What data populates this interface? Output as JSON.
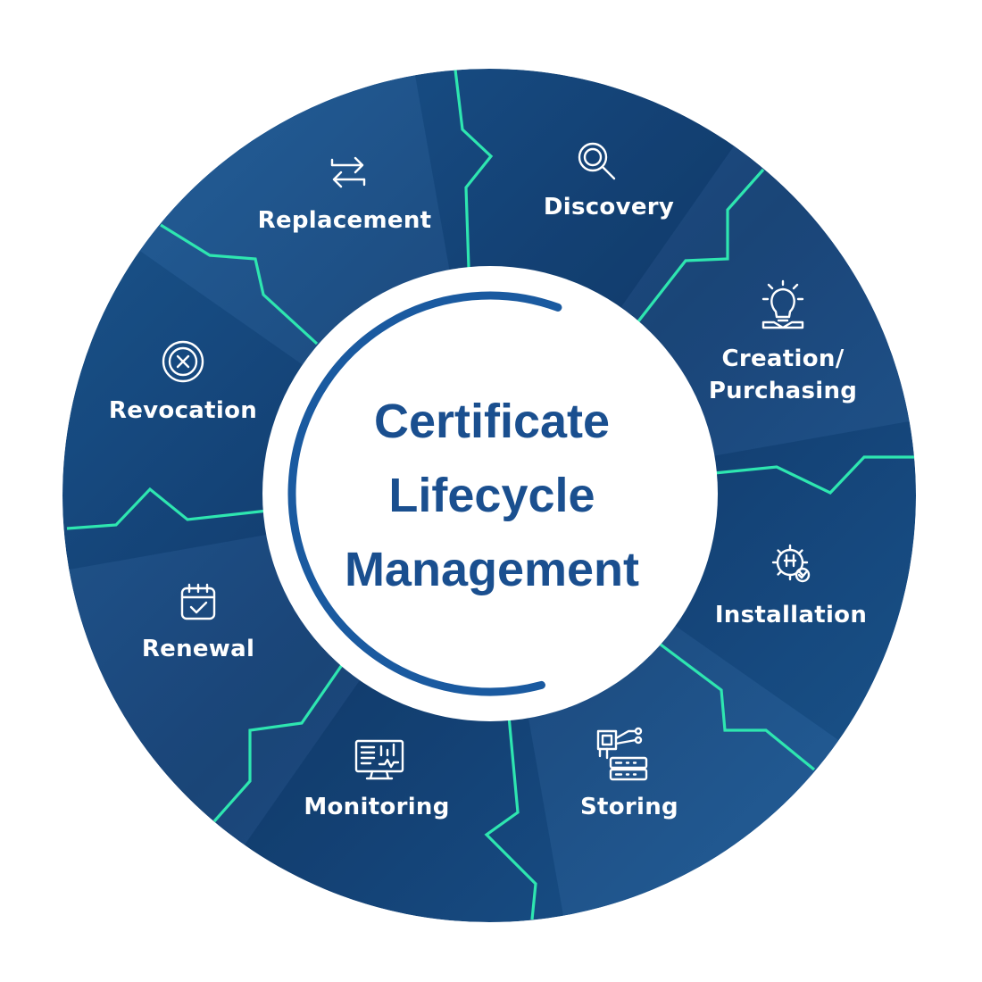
{
  "diagram": {
    "center_title": [
      "Certificate",
      "Lifecycle",
      "Management"
    ],
    "colors": {
      "segment_dark": "#133f73",
      "segment_light": "#1d5c99",
      "divider": "#2ee6b0",
      "center_bg": "#ffffff",
      "center_text": "#1a4f8f",
      "ring_accent": "#1a5aa0",
      "label": "#ffffff"
    },
    "segments": [
      {
        "label": [
          "Discovery"
        ],
        "icon": "magnifier-icon"
      },
      {
        "label": [
          "Creation/",
          "Purchasing"
        ],
        "icon": "lightbulb-icon"
      },
      {
        "label": [
          "Installation"
        ],
        "icon": "gear-wrench-icon"
      },
      {
        "label": [
          "Storing"
        ],
        "icon": "chip-storage-icon"
      },
      {
        "label": [
          "Monitoring"
        ],
        "icon": "monitor-chart-icon"
      },
      {
        "label": [
          "Renewal"
        ],
        "icon": "calendar-check-icon"
      },
      {
        "label": [
          "Revocation"
        ],
        "icon": "x-circle-icon"
      },
      {
        "label": [
          "Replacement"
        ],
        "icon": "swap-arrows-icon"
      }
    ]
  }
}
